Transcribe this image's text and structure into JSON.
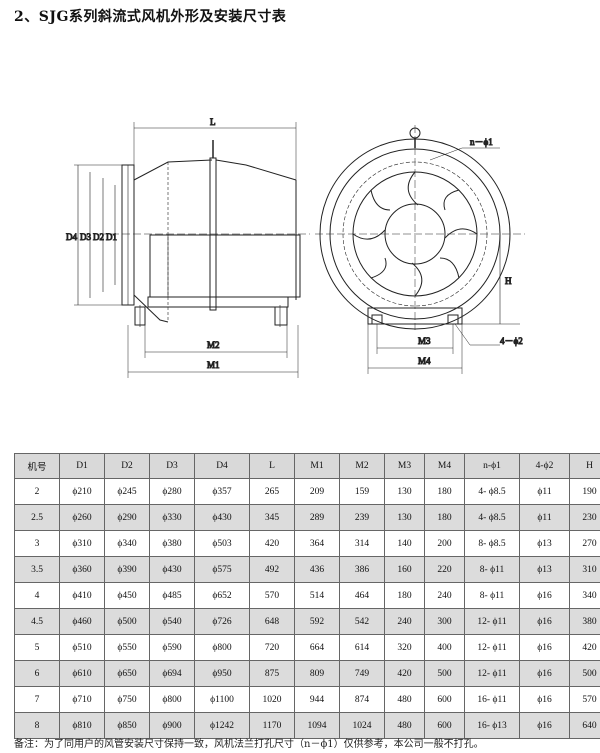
{
  "title": "2、SJG系列斜流式风机外形及安装尺寸表",
  "drawing": {
    "side_labels": {
      "L": "L",
      "D4": "D4",
      "D3": "D3",
      "D2": "D2",
      "D1": "D1",
      "M2": "M2",
      "M1": "M1"
    },
    "front_labels": {
      "n_phi1": "n－ϕ1",
      "H": "H",
      "M3": "M3",
      "M4": "M4",
      "four_phi2": "4－ϕ2"
    }
  },
  "table": {
    "headers": [
      "机号",
      "D1",
      "D2",
      "D3",
      "D4",
      "L",
      "M1",
      "M2",
      "M3",
      "M4",
      "n-ϕ1",
      "4-ϕ2",
      "H"
    ],
    "rows": [
      [
        "2",
        "ϕ210",
        "ϕ245",
        "ϕ280",
        "ϕ357",
        "265",
        "209",
        "159",
        "130",
        "180",
        "4- ϕ8.5",
        "ϕ11",
        "190"
      ],
      [
        "2.5",
        "ϕ260",
        "ϕ290",
        "ϕ330",
        "ϕ430",
        "345",
        "289",
        "239",
        "130",
        "180",
        "4- ϕ8.5",
        "ϕ11",
        "230"
      ],
      [
        "3",
        "ϕ310",
        "ϕ340",
        "ϕ380",
        "ϕ503",
        "420",
        "364",
        "314",
        "140",
        "200",
        "8- ϕ8.5",
        "ϕ13",
        "270"
      ],
      [
        "3.5",
        "ϕ360",
        "ϕ390",
        "ϕ430",
        "ϕ575",
        "492",
        "436",
        "386",
        "160",
        "220",
        "8- ϕ11",
        "ϕ13",
        "310"
      ],
      [
        "4",
        "ϕ410",
        "ϕ450",
        "ϕ485",
        "ϕ652",
        "570",
        "514",
        "464",
        "180",
        "240",
        "8- ϕ11",
        "ϕ16",
        "340"
      ],
      [
        "4.5",
        "ϕ460",
        "ϕ500",
        "ϕ540",
        "ϕ726",
        "648",
        "592",
        "542",
        "240",
        "300",
        "12- ϕ11",
        "ϕ16",
        "380"
      ],
      [
        "5",
        "ϕ510",
        "ϕ550",
        "ϕ590",
        "ϕ800",
        "720",
        "664",
        "614",
        "320",
        "400",
        "12- ϕ11",
        "ϕ16",
        "420"
      ],
      [
        "6",
        "ϕ610",
        "ϕ650",
        "ϕ694",
        "ϕ950",
        "875",
        "809",
        "749",
        "420",
        "500",
        "12- ϕ11",
        "ϕ16",
        "500"
      ],
      [
        "7",
        "ϕ710",
        "ϕ750",
        "ϕ800",
        "ϕ1100",
        "1020",
        "944",
        "874",
        "480",
        "600",
        "16- ϕ11",
        "ϕ16",
        "570"
      ],
      [
        "8",
        "ϕ810",
        "ϕ850",
        "ϕ900",
        "ϕ1242",
        "1170",
        "1094",
        "1024",
        "480",
        "600",
        "16- ϕ13",
        "ϕ16",
        "640"
      ]
    ]
  },
  "note": "备注：为了同用户的风管安装尺寸保持一致，风机法兰打孔尺寸（n－ϕ1）仅供参考，本公司一般不打孔。"
}
